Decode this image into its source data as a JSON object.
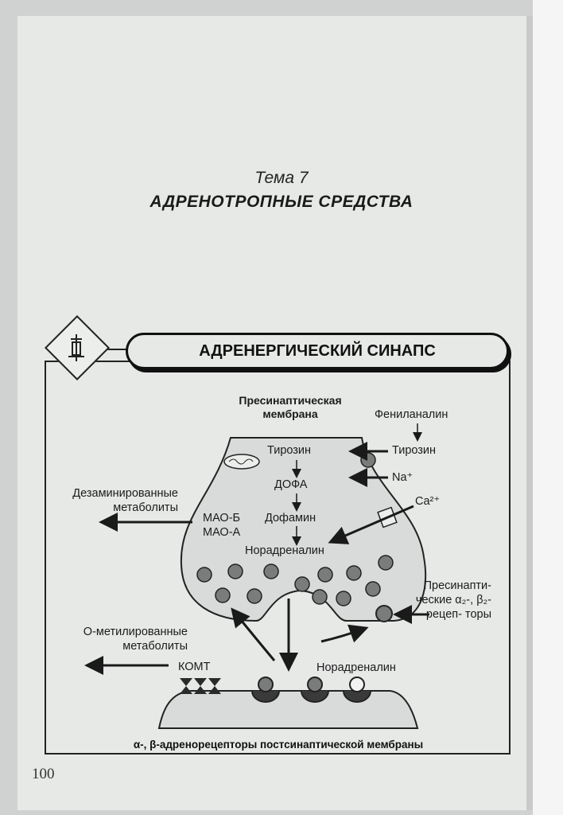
{
  "header": {
    "topic": "Тема 7",
    "chapter_title": "АДРЕНОТРОПНЫЕ СРЕДСТВА"
  },
  "diagram": {
    "title": "АДРЕНЕРГИЧЕСКИЙ СИНАПС",
    "presynaptic_membrane": "Пресинаптическая мембрана",
    "phenylalanine": "Фениланалин",
    "tyrosine_outside": "Тирозин",
    "tyrosine_inside": "Тирозин",
    "dopa": "ДОФА",
    "dopamine": "Дофамин",
    "noradrenaline_inside": "Норадреналин",
    "sodium": "Na⁺",
    "calcium": "Ca²⁺",
    "mao_b": "МАО-Б",
    "mao_a": "МАО-А",
    "deaminated_metabolites": "Дезаминированные метаболиты",
    "o_methylated_metabolites": "О-метилированные метаболиты",
    "comt": "КОМТ",
    "noradrenaline_cleft": "Норадреналин",
    "presynaptic_receptors": "Пресинапти- ческие α₂-, β₂-рецеп- торы",
    "caption": "α-, β-адренорецепторы постсинаптической мембраны"
  },
  "footer": {
    "page_number": "100"
  }
}
